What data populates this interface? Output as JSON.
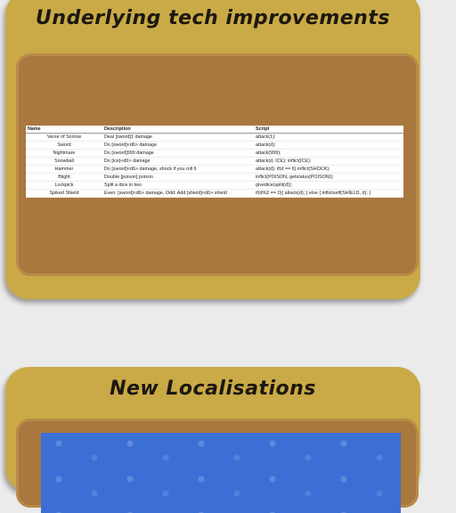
{
  "sections": {
    "top_title": "Underlying tech improvements",
    "bottom_title": "New Localisations"
  },
  "table": {
    "headers": [
      "Name",
      "Description",
      "Script"
    ],
    "rows": [
      [
        "Verse of Sorrow",
        "Deal [sword]1 damage",
        "attack(1);"
      ],
      [
        "Sword",
        "Do [sword]<d6> damage",
        "attack(d);"
      ],
      [
        "Nightmare",
        "Do [sword]999 damage",
        "attack(999);"
      ],
      [
        "Snowball",
        "Do [ice]<d6> damage",
        "attack(d, ICE); inflict(ICE);"
      ],
      [
        "Hammer",
        "Do [sword]<d6> damage, shock if you roll 6",
        "attack(d); if(d == 6) inflict(SHOCK);"
      ],
      [
        "Blight",
        "Double [poison] poison",
        "inflict(POISON, getstatus(POISON));"
      ],
      [
        "Lockpick",
        "Split a dice in two",
        "givedice(split(d));"
      ],
      [
        "Spiked Shield",
        "Even: [sword]<d6> damage, Odd: Add [shield]<d6> shield",
        "if(d%2 == 0){ attack(d); } else { inflictself(SHIELD, d); }"
      ]
    ]
  },
  "colors": {
    "card": "#c9aa47",
    "inner": "#a8783f",
    "blue_panel": "#3b6fd6"
  }
}
